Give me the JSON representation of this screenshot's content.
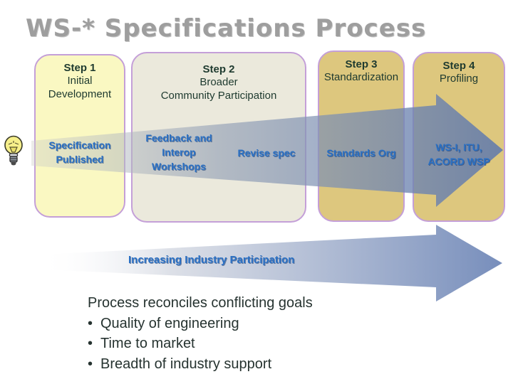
{
  "title": "WS-* Specifications Process",
  "steps": [
    {
      "title": "Step 1",
      "subtitle": "Initial\nDevelopment",
      "label": "Specification\nPublished"
    },
    {
      "title": "Step 2",
      "subtitle": "Broader\nCommunity Participation",
      "label_left": "Feedback and\nInterop\nWorkshops",
      "label_right": "Revise spec"
    },
    {
      "title": "Step 3",
      "subtitle": "Standardization",
      "label": "Standards Org"
    },
    {
      "title": "Step 4",
      "subtitle": "Profiling",
      "label": "WS-I, ITU,\nACORD WSP"
    }
  ],
  "arrows": {
    "industry_label": "Increasing Industry Participation"
  },
  "summary": {
    "heading": "Process reconciles conflicting goals",
    "bullet_char": "•",
    "items": [
      "Quality of engineering",
      "Time to market",
      "Breadth of industry support"
    ]
  },
  "icons": {
    "lightbulb": "lightbulb-icon"
  },
  "colors": {
    "title_gray": "#9e9e9e",
    "step1_fill": "#faf8c2",
    "step2_fill": "#ebe9dc",
    "step34_fill": "#ddc77e",
    "box_border": "#c49fd8",
    "label_blue": "#2a70c4",
    "step_text": "#1e3a2f",
    "body_text": "#263330",
    "arrow_blue": "#6e85b5"
  }
}
